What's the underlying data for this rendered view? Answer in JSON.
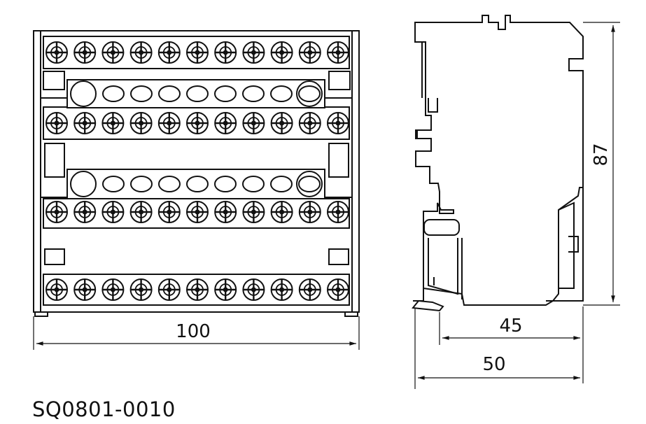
{
  "drawing": {
    "front_view": {
      "width_label": "100",
      "screw_rows": 4,
      "screws_per_row": 11,
      "bar_holes": 8
    },
    "side_view": {
      "depth_label_inner": "45",
      "depth_label_outer": "50",
      "height_label": "87"
    }
  },
  "caption": "SQ0801-0010"
}
